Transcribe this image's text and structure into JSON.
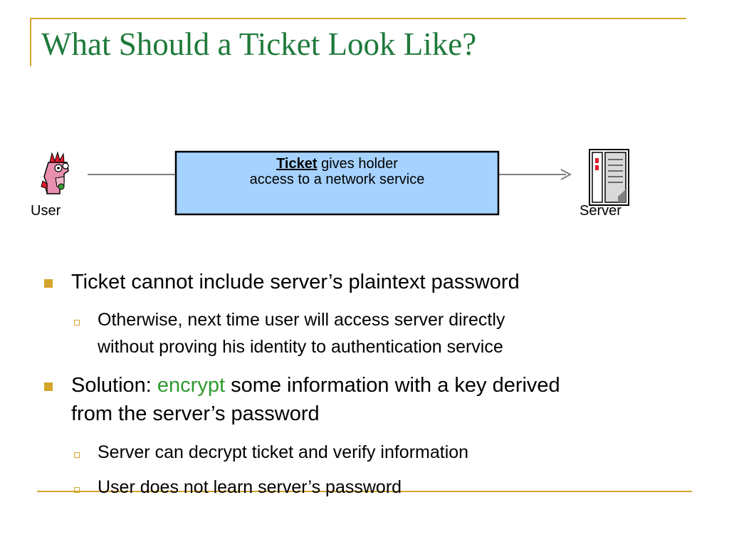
{
  "slide": {
    "title": "What Should a Ticket Look Like?"
  },
  "diagram": {
    "user_label": "User",
    "server_label": "Server",
    "ticket_keyword": "Ticket",
    "ticket_rest_line1": " gives holder",
    "ticket_line2": "access to a network service",
    "box_fill": "#a6d2ff",
    "accent": "#d4a52c"
  },
  "bullets": {
    "b1": "Ticket cannot include server’s plaintext password",
    "b1_sub1_line1": "Otherwise, next time user will access server directly",
    "b1_sub1_line2": "without proving his identity to authentication service",
    "b2_prefix": "Solution: ",
    "b2_highlight": "encrypt",
    "b2_rest": " some information with a key derived",
    "b2_line2": "from the server’s password",
    "b2_sub1": "Server can decrypt ticket and verify information",
    "b2_sub2": "User does not learn server’s password"
  }
}
